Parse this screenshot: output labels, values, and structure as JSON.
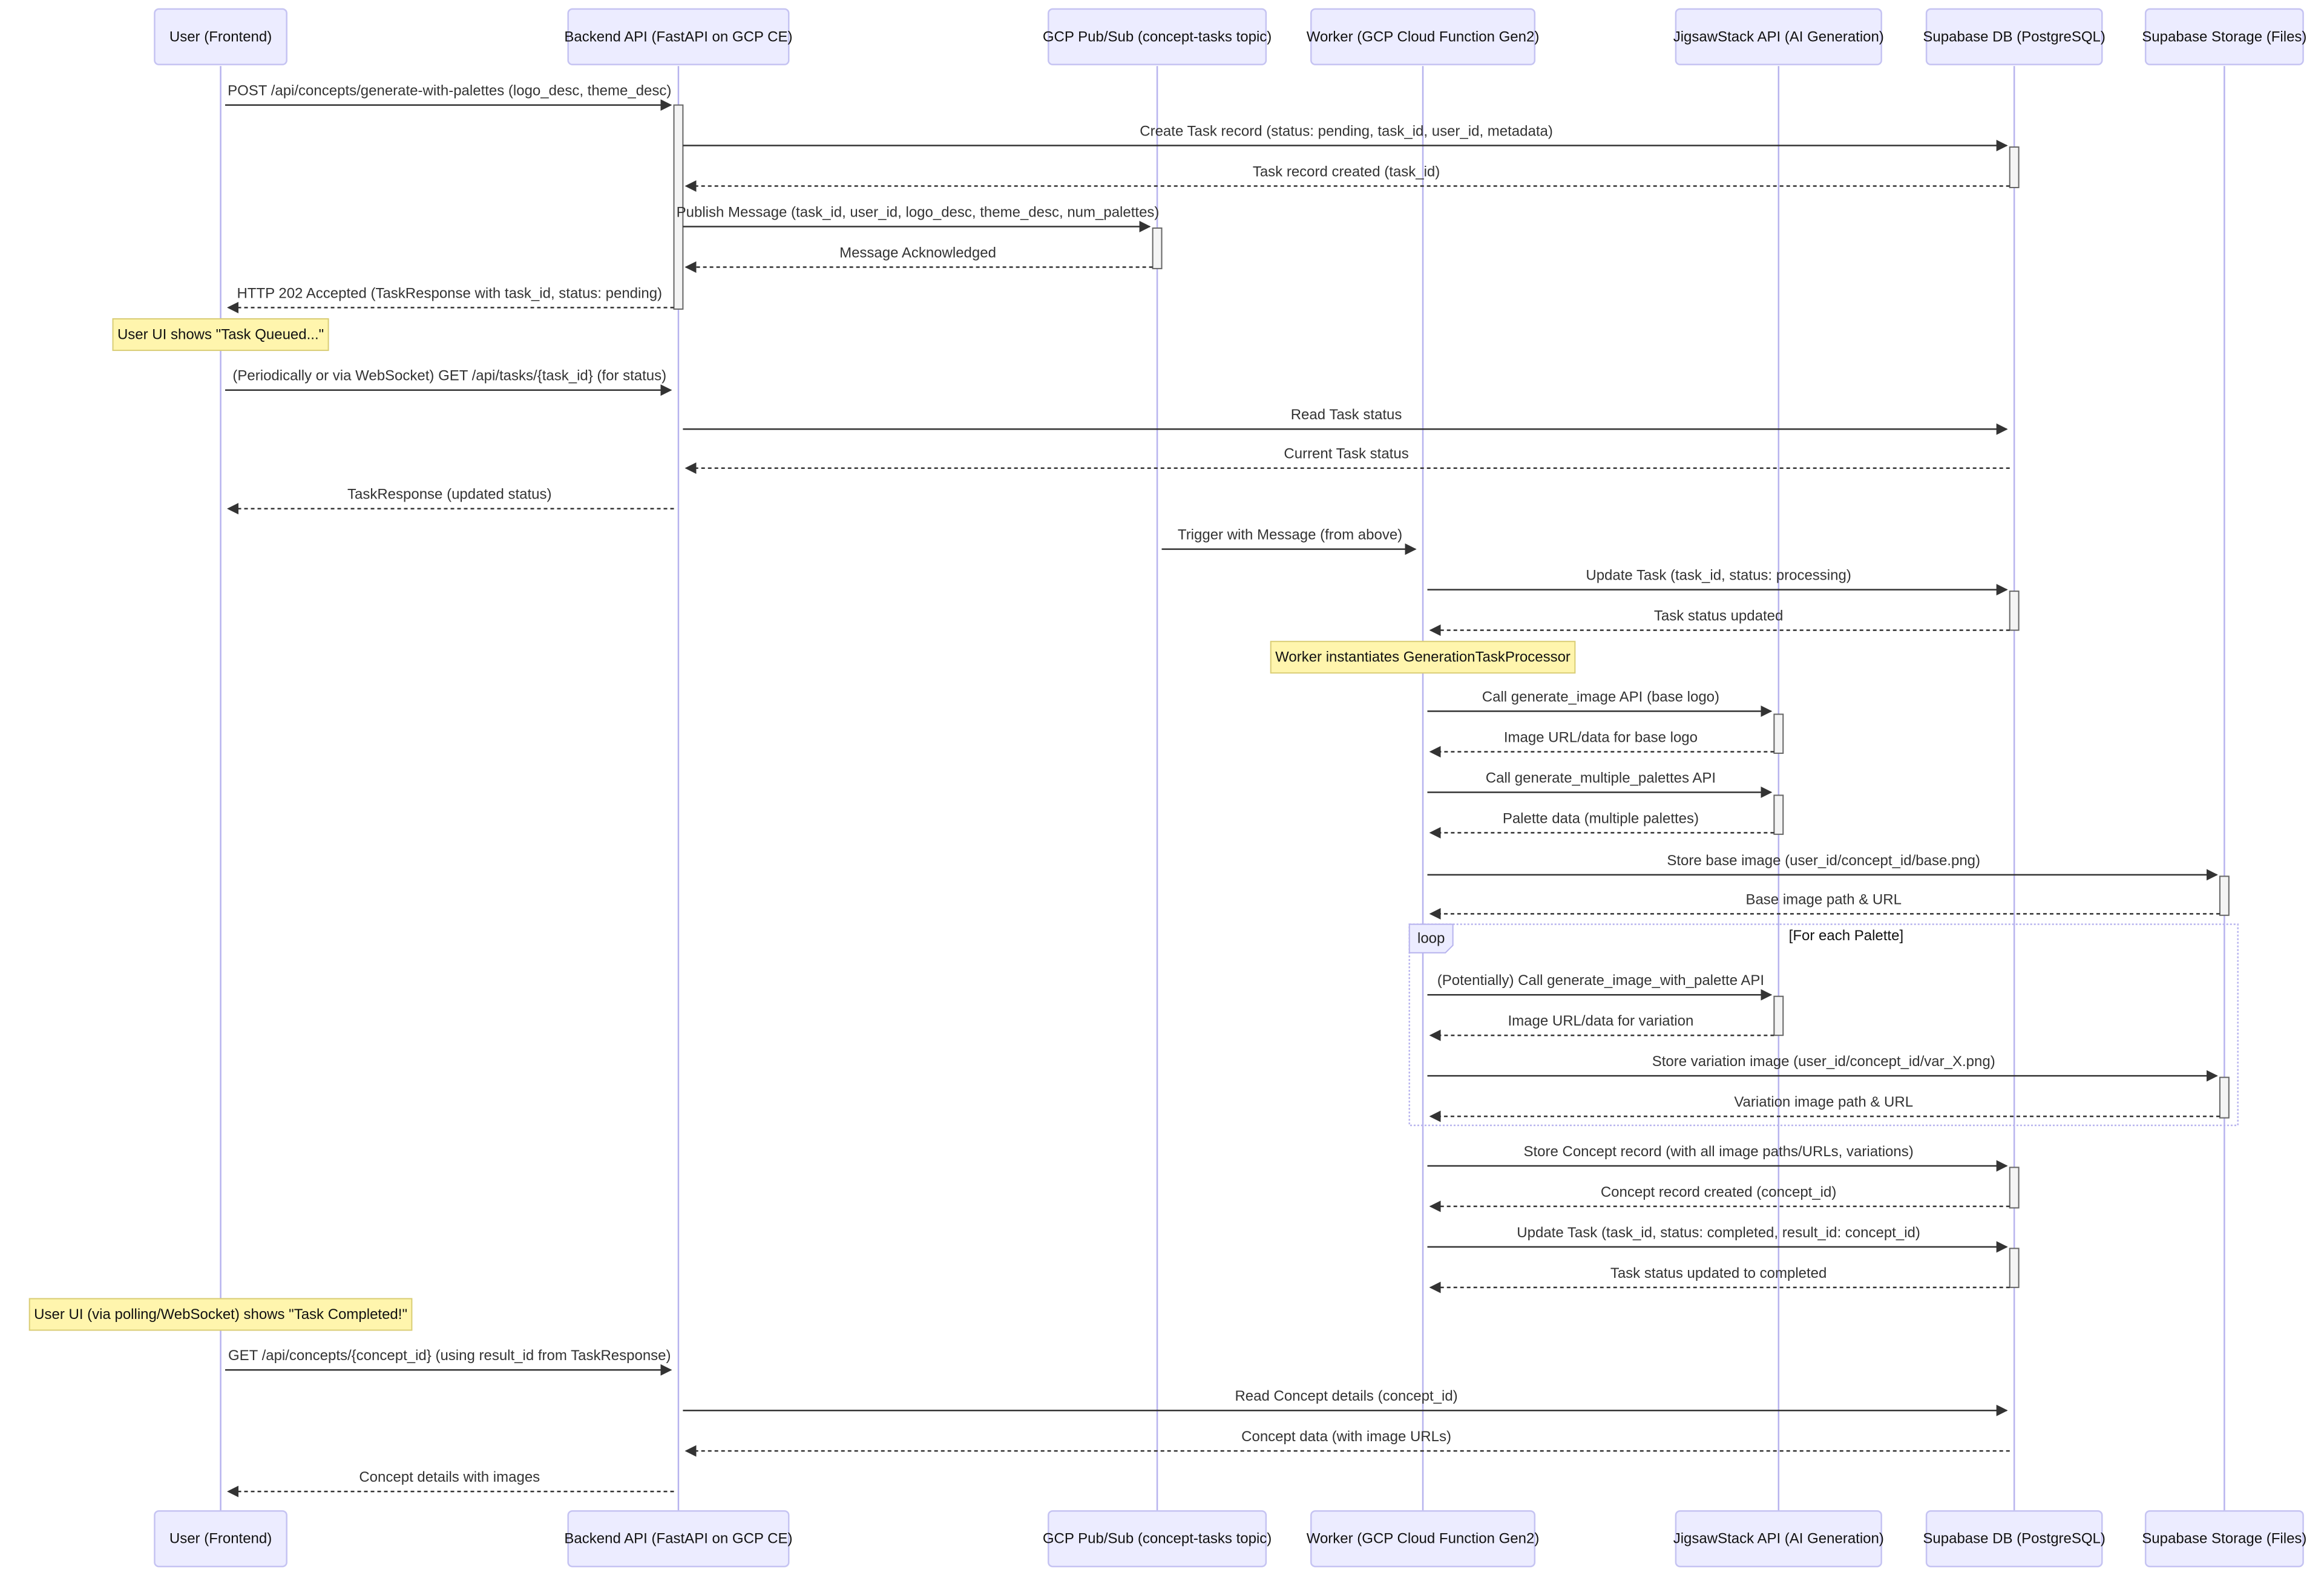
{
  "actors": [
    {
      "id": "user",
      "label": "User (Frontend)"
    },
    {
      "id": "api",
      "label": "Backend API (FastAPI on GCP CE)"
    },
    {
      "id": "pubsub",
      "label": "GCP Pub/Sub (concept-tasks topic)"
    },
    {
      "id": "worker",
      "label": "Worker (GCP Cloud Function Gen2)"
    },
    {
      "id": "jigsaw",
      "label": "JigsawStack API (AI Generation)"
    },
    {
      "id": "db",
      "label": "Supabase DB (PostgreSQL)"
    },
    {
      "id": "storage",
      "label": "Supabase Storage (Files)"
    }
  ],
  "events": [
    {
      "kind": "msg",
      "from": "user",
      "to": "api",
      "style": "solid",
      "label": "POST /api/concepts/generate-with-palettes (logo_desc, theme_desc)"
    },
    {
      "kind": "msg",
      "from": "api",
      "to": "db",
      "style": "solid",
      "label": "Create Task record (status: pending, task_id, user_id, metadata)"
    },
    {
      "kind": "msg",
      "from": "db",
      "to": "api",
      "style": "dashed",
      "label": "Task record created (task_id)"
    },
    {
      "kind": "msg",
      "from": "api",
      "to": "pubsub",
      "style": "solid",
      "label": "Publish Message (task_id, user_id, logo_desc, theme_desc, num_palettes)"
    },
    {
      "kind": "msg",
      "from": "pubsub",
      "to": "api",
      "style": "dashed",
      "label": "Message Acknowledged"
    },
    {
      "kind": "msg",
      "from": "api",
      "to": "user",
      "style": "dashed",
      "label": "HTTP 202 Accepted (TaskResponse with task_id, status: pending)"
    },
    {
      "kind": "note",
      "over": "user",
      "label": "User UI shows \"Task Queued...\""
    },
    {
      "kind": "msg",
      "from": "user",
      "to": "api",
      "style": "solid",
      "label": "(Periodically or via WebSocket) GET /api/tasks/{task_id} (for status)"
    },
    {
      "kind": "msg",
      "from": "api",
      "to": "db",
      "style": "solid",
      "label": "Read Task status"
    },
    {
      "kind": "msg",
      "from": "db",
      "to": "api",
      "style": "dashed",
      "label": "Current Task status"
    },
    {
      "kind": "msg",
      "from": "api",
      "to": "user",
      "style": "dashed",
      "label": "TaskResponse (updated status)"
    },
    {
      "kind": "msg",
      "from": "pubsub",
      "to": "worker",
      "style": "solid",
      "label": "Trigger with Message (from above)"
    },
    {
      "kind": "msg",
      "from": "worker",
      "to": "db",
      "style": "solid",
      "label": "Update Task (task_id, status: processing)"
    },
    {
      "kind": "msg",
      "from": "db",
      "to": "worker",
      "style": "dashed",
      "label": "Task status updated"
    },
    {
      "kind": "note",
      "over": "worker",
      "label": "Worker instantiates GenerationTaskProcessor"
    },
    {
      "kind": "msg",
      "from": "worker",
      "to": "jigsaw",
      "style": "solid",
      "label": "Call generate_image API (base logo)"
    },
    {
      "kind": "msg",
      "from": "jigsaw",
      "to": "worker",
      "style": "dashed",
      "label": "Image URL/data for base logo"
    },
    {
      "kind": "msg",
      "from": "worker",
      "to": "jigsaw",
      "style": "solid",
      "label": "Call generate_multiple_palettes API"
    },
    {
      "kind": "msg",
      "from": "jigsaw",
      "to": "worker",
      "style": "dashed",
      "label": "Palette data (multiple palettes)"
    },
    {
      "kind": "msg",
      "from": "worker",
      "to": "storage",
      "style": "solid",
      "label": "Store base image (user_id/concept_id/base.png)"
    },
    {
      "kind": "msg",
      "from": "storage",
      "to": "worker",
      "style": "dashed",
      "label": "Base image path & URL"
    },
    {
      "kind": "msg",
      "from": "worker",
      "to": "jigsaw",
      "style": "solid",
      "label": "(Potentially) Call generate_image_with_palette API"
    },
    {
      "kind": "msg",
      "from": "jigsaw",
      "to": "worker",
      "style": "dashed",
      "label": "Image URL/data for variation"
    },
    {
      "kind": "msg",
      "from": "worker",
      "to": "storage",
      "style": "solid",
      "label": "Store variation image (user_id/concept_id/var_X.png)"
    },
    {
      "kind": "msg",
      "from": "storage",
      "to": "worker",
      "style": "dashed",
      "label": "Variation image path & URL"
    },
    {
      "kind": "msg",
      "from": "worker",
      "to": "db",
      "style": "solid",
      "label": "Store Concept record (with all image paths/URLs, variations)"
    },
    {
      "kind": "msg",
      "from": "db",
      "to": "worker",
      "style": "dashed",
      "label": "Concept record created (concept_id)"
    },
    {
      "kind": "msg",
      "from": "worker",
      "to": "db",
      "style": "solid",
      "label": "Update Task (task_id, status: completed, result_id: concept_id)"
    },
    {
      "kind": "msg",
      "from": "db",
      "to": "worker",
      "style": "dashed",
      "label": "Task status updated to completed"
    },
    {
      "kind": "note",
      "over": "user",
      "label": "User UI (via polling/WebSocket) shows \"Task Completed!\""
    },
    {
      "kind": "msg",
      "from": "user",
      "to": "api",
      "style": "solid",
      "label": "GET /api/concepts/{concept_id} (using result_id from TaskResponse)"
    },
    {
      "kind": "msg",
      "from": "api",
      "to": "db",
      "style": "solid",
      "label": "Read Concept details (concept_id)"
    },
    {
      "kind": "msg",
      "from": "db",
      "to": "api",
      "style": "dashed",
      "label": "Concept data (with image URLs)"
    },
    {
      "kind": "msg",
      "from": "api",
      "to": "user",
      "style": "dashed",
      "label": "Concept details with images"
    }
  ],
  "loop": {
    "tag": "loop",
    "condition": "[For each Palette]",
    "first_event": 21,
    "last_event": 24
  }
}
